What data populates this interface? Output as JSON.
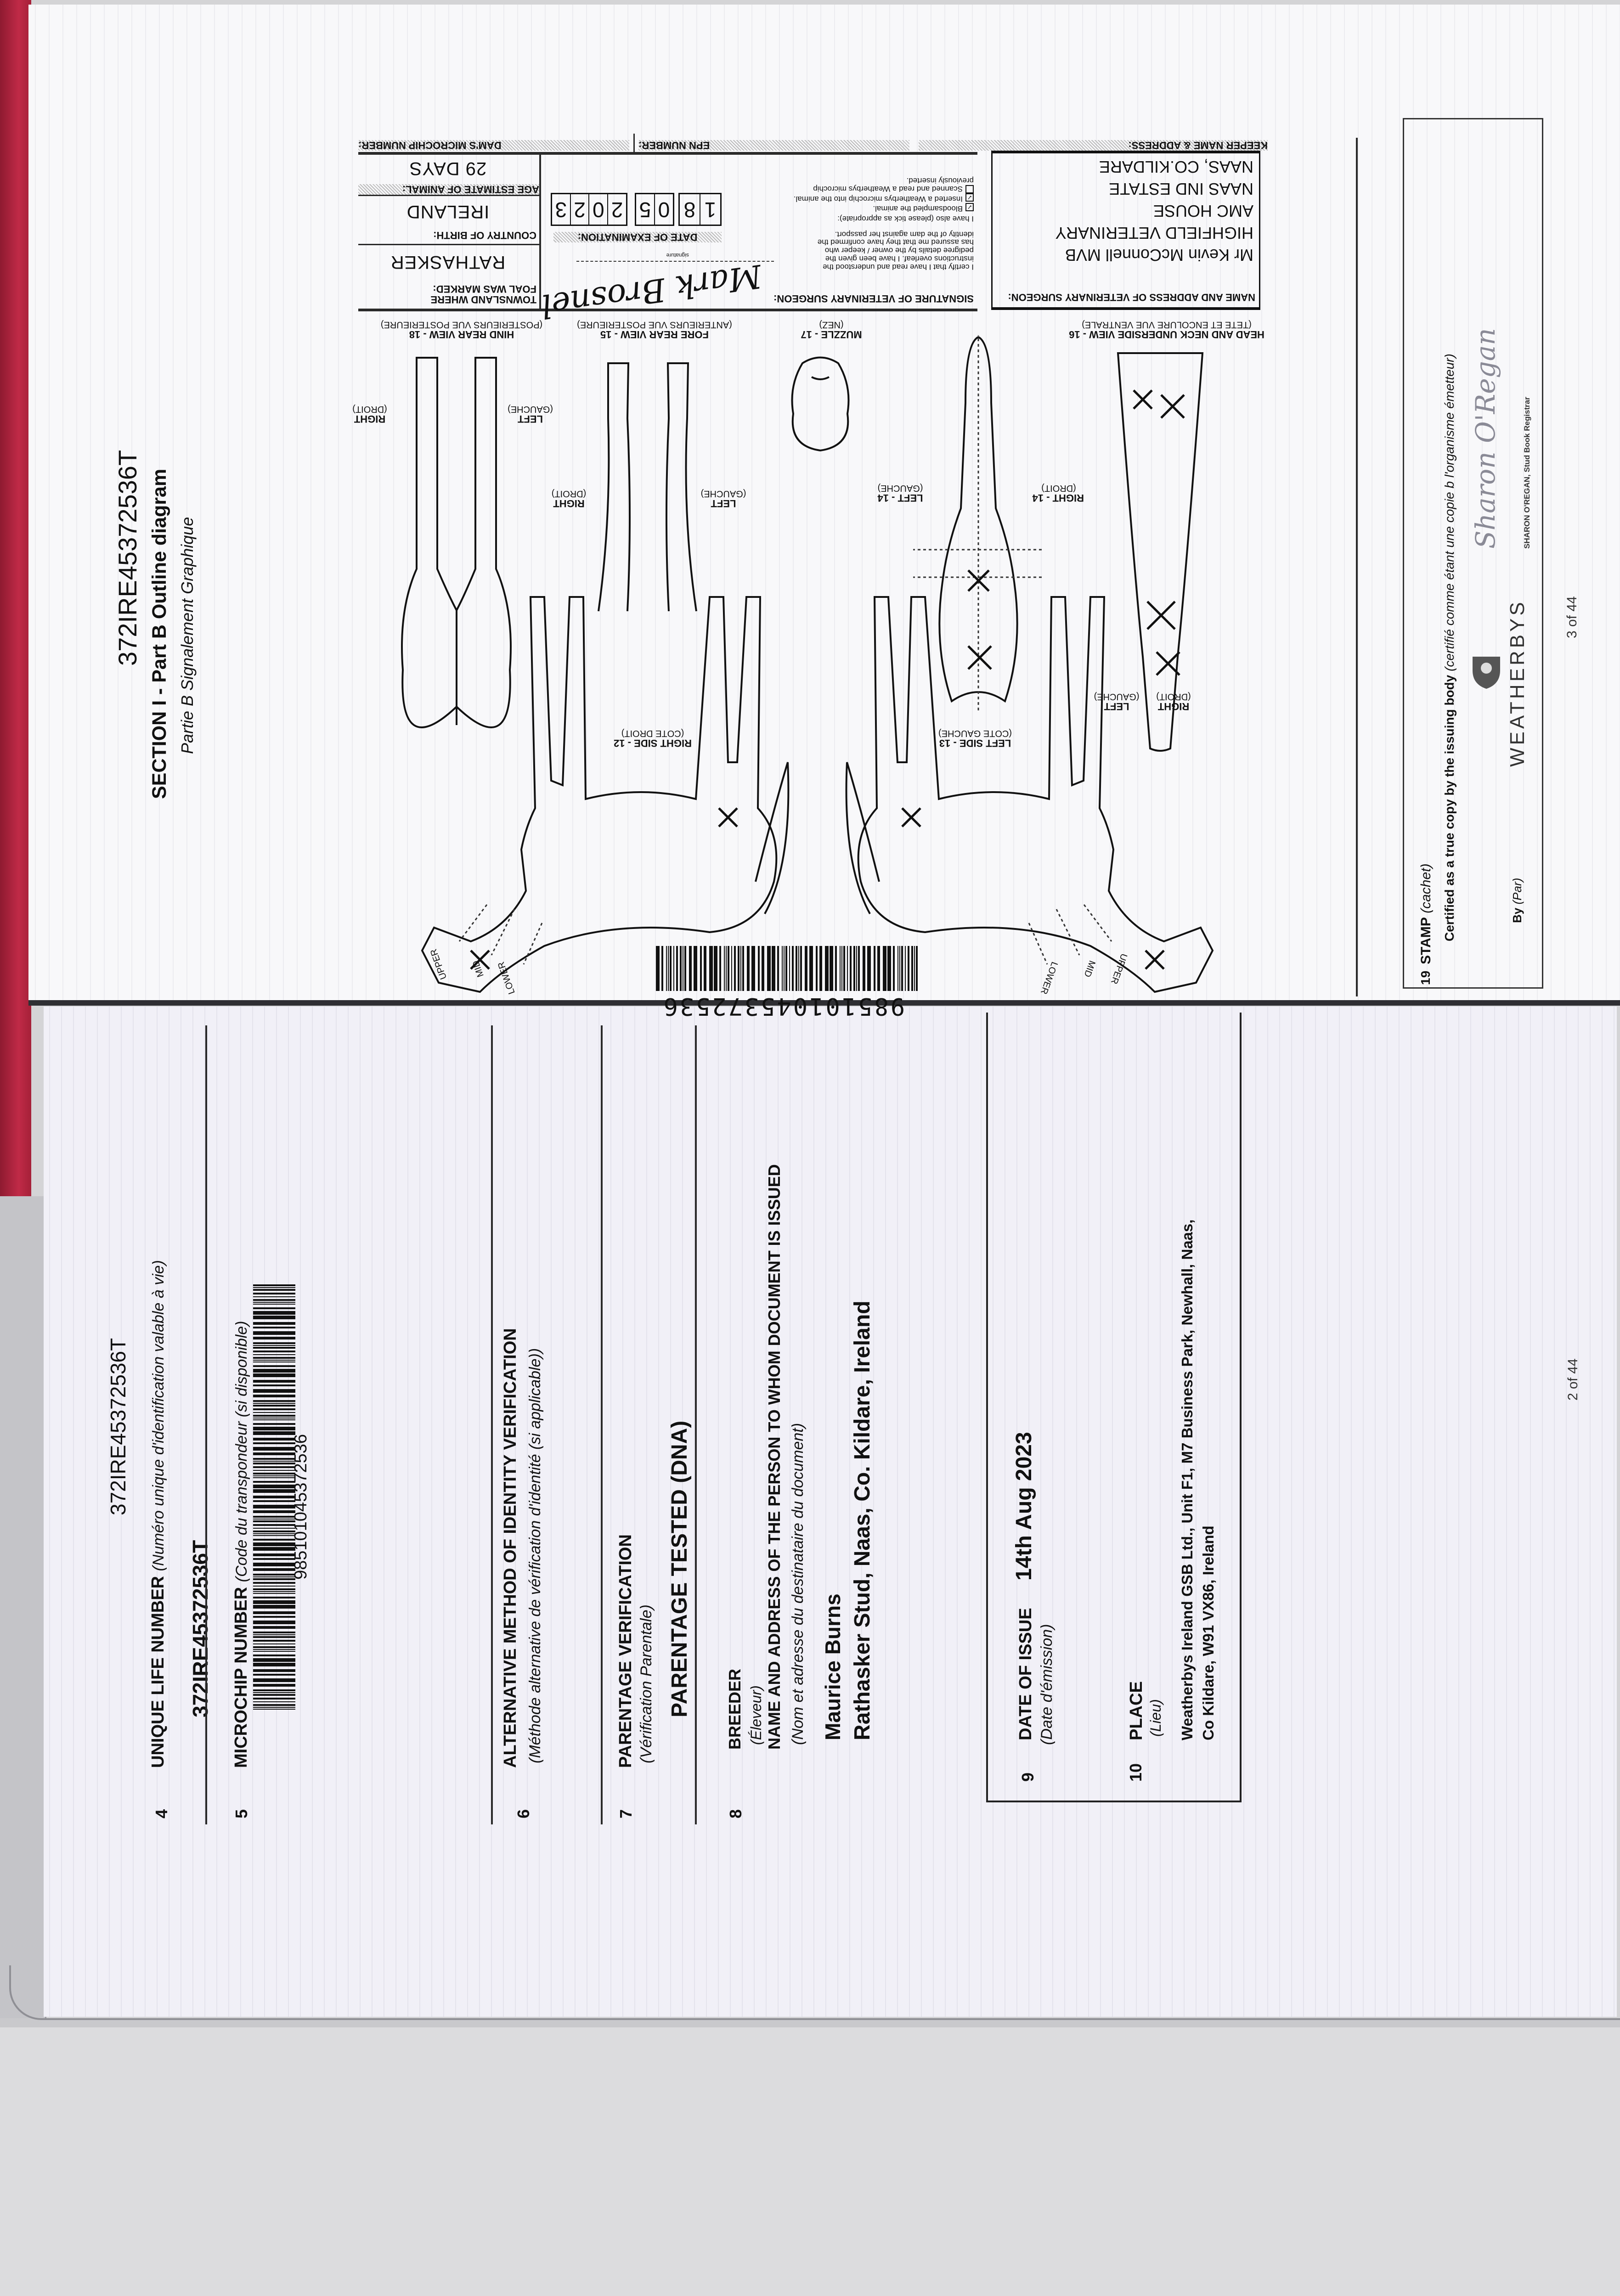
{
  "upper_page": {
    "header_id": "372IRE45372536T",
    "section_title": "SECTION I - Part B Outline diagram",
    "section_subtitle": "Partie B Signalement Graphique",
    "vet_form": {
      "keeper_label": "KEEPER NAME & ADDRESS:",
      "epn_label": "EPN NUMBER:",
      "dam_chip_label": "DAM'S MICROCHIP NUMBER:",
      "vet_label": "NAME AND ADDRESS OF VETERINARY SURGEON:",
      "vet_lines": [
        "Mr Kevin McConnell MVB",
        "HIGHFIELD VETERINARY",
        "AMC HOUSE",
        "NAAS IND ESTATE",
        "NAAS, CO.KILDARE"
      ],
      "signature_label": "SIGNATURE OF VETERINARY SURGEON:",
      "signature_caption": "signature",
      "certification_lines": [
        "I certify that I have read and understood the",
        "instructions overleaf. I have been given the",
        "pedigree details by the owner / keeper who",
        "has assured me that they have confirmed the",
        "identity of the dam against her passport."
      ],
      "tick_intro": "I have also (please tick as appropriate):",
      "checks": [
        {
          "label": "Bloodsampled the animal.",
          "checked": true,
          "mark": "✓"
        },
        {
          "label": "Inserted a Weatherbys microchip into the animal.",
          "checked": true,
          "mark": "✓"
        },
        {
          "label": "Scanned and read a Weatherbys microchip previously inserted.",
          "checked": false,
          "mark": ""
        }
      ],
      "date_label": "DATE OF EXAMINATION:",
      "date_day": [
        "1",
        "8"
      ],
      "date_month": [
        "0",
        "5"
      ],
      "date_year": [
        "2",
        "0",
        "2",
        "3"
      ],
      "townsland_label": "TOWNSLAND WHERE FOAL WAS MARKED:",
      "townsland_value": "RATHASKER",
      "country_label": "COUNTRY OF BIRTH:",
      "country_value": "IRELAND",
      "age_label": "AGE ESTIMATE OF ANIMAL:",
      "age_value": "29 DAYS"
    },
    "diagram_labels": {
      "head_view": "HEAD AND NECK UNDERSIDE VIEW - 16",
      "head_view_fr": "(TETE ET ENCOLURE VUE VENTRALE)",
      "muzzle": "MUZZLE - 17",
      "muzzle_fr": "(NEZ)",
      "fore_view": "FORE REAR VIEW - 15",
      "fore_view_fr": "(ANTERIEURS VUE POSTERIEURE)",
      "hind_view": "HIND REAR VIEW - 18",
      "hind_view_fr": "(POSTERIEURS VUE POSTERIEURE)",
      "right_side": "RIGHT SIDE - 12",
      "right_side_fr": "(COTE DROIT)",
      "left_side": "LEFT SIDE - 13",
      "left_side_fr": "(COTE GAUCHE)",
      "left_14": "LEFT - 14",
      "right_14": "RIGHT - 14",
      "left": "LEFT",
      "right": "RIGHT",
      "gauche": "(GAUCHE)",
      "droit": "(DROIT)",
      "upper": "UPPER",
      "mid": "MID",
      "lower": "LOWER"
    },
    "microchip_barcode_number": "985101045372536",
    "stamp": {
      "number": "19",
      "label": "STAMP",
      "label_fr": "(cachet)",
      "certified": "Certified as a true copy by the issuing body",
      "certified_fr": "(certifié comme étant une copie b l'organisme émetteur)",
      "by_label": "By",
      "by_fr": "(Par)",
      "logo_text": "WEATHERBYS",
      "signature": "Sharon O'Regan",
      "signatory": "SHARON O'REGAN, Stud Book Registrar"
    },
    "page_number": "3 of 44"
  },
  "lower_page": {
    "header_id": "372IRE45372536T",
    "fields": {
      "uln": {
        "number": "4",
        "label": "UNIQUE LIFE NUMBER",
        "label_fr": "(Numéro unique d'identification valable à vie)",
        "value": "372IRE45372536T"
      },
      "microchip": {
        "number": "5",
        "label": "MICROCHIP NUMBER",
        "label_fr": "(Code du transpondeur (si disponible)",
        "value": "985101045372536"
      },
      "alt_method": {
        "number": "6",
        "label": "ALTERNATIVE METHOD OF IDENTITY VERIFICATION",
        "label_fr": "(Méthode alternative de vérification d'identité (si applicable))"
      },
      "parentage": {
        "number": "7",
        "label": "PARENTAGE VERIFICATION",
        "label_fr": "(Vérification Parentale)",
        "value": "PARENTAGE TESTED (DNA)"
      },
      "breeder": {
        "number": "8",
        "label": "BREEDER",
        "label_fr": "(Éleveur)",
        "recipient_label": "NAME AND ADDRESS OF THE PERSON TO WHOM DOCUMENT IS ISSUED",
        "recipient_label_fr": "(Nom et adresse du destinataire du document)",
        "name": "Maurice Burns",
        "address": "Rathasker Stud, Naas, Co. Kildare, Ireland"
      },
      "date_of_issue": {
        "number": "9",
        "label": "DATE OF ISSUE",
        "label_fr": "(Date d'émission)",
        "value": "14th Aug 2023"
      },
      "place": {
        "number": "10",
        "label": "PLACE",
        "label_fr": "(Lieu)",
        "line1": "Weatherbys Ireland GSB Ltd., Unit F1, M7 Business Park, Newhall, Naas,",
        "line2": "Co Kildare, W91 VX86, Ireland"
      }
    },
    "page_number": "2 of 44"
  },
  "colors": {
    "cover_red": "#b8233f",
    "ink": "#111111",
    "paper": "#f5f5f8"
  }
}
